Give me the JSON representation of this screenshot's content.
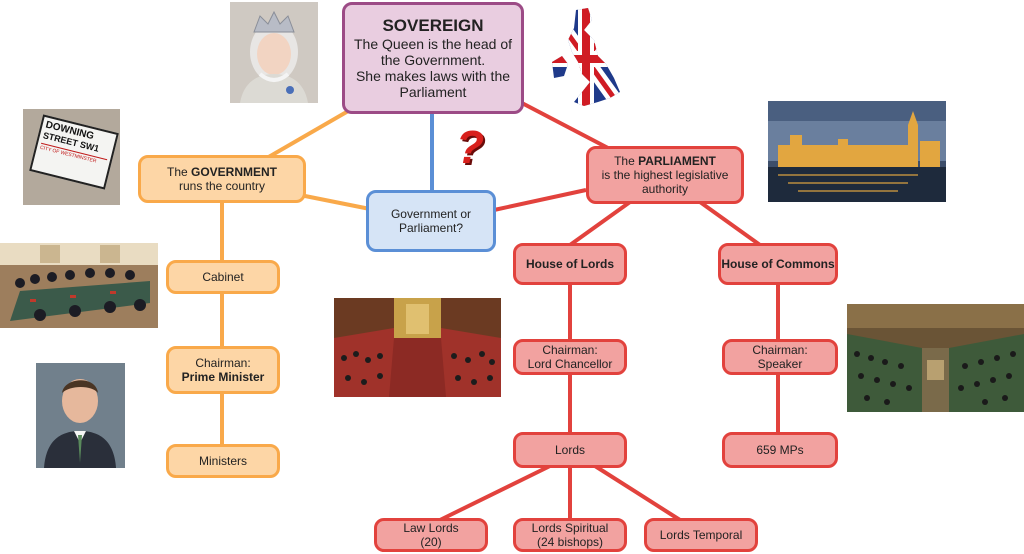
{
  "sovereign": {
    "title": "SOVEREIGN",
    "line1": "The Queen is the head of",
    "line2": "the Government.",
    "line3": "She makes laws with the",
    "line4": "Parliament"
  },
  "government": {
    "prefix": "The ",
    "bold": "GOVERNMENT",
    "line2": "runs the country"
  },
  "parliament": {
    "prefix": "The ",
    "bold": "PARLIAMENT",
    "line2": "is the highest legislative",
    "line3": "authority"
  },
  "question": {
    "line1": "Government or",
    "line2": "Parliament?",
    "mark": "?"
  },
  "cabinet": "Cabinet",
  "pm": {
    "line1": "Chairman:",
    "line2": "Prime Minister"
  },
  "ministers": "Ministers",
  "lords_house": "House of Lords",
  "commons_house": "House of Commons",
  "lord_chancellor": {
    "line1": "Chairman:",
    "line2": "Lord Chancellor"
  },
  "speaker": {
    "line1": "Chairman:",
    "line2": "Speaker"
  },
  "lords": "Lords",
  "mps": "659 MPs",
  "law_lords": {
    "line1": "Law Lords",
    "line2": "(20)"
  },
  "lords_spiritual": {
    "line1": "Lords Spiritual",
    "line2": "(24 bishops)"
  },
  "lords_temporal": "Lords Temporal",
  "street_sign": {
    "line1": "DOWNING",
    "line2": "STREET SW1",
    "line3": "CITY OF WESTMINSTER"
  },
  "colors": {
    "orange": "#f9a94a",
    "red": "#e2423d",
    "blue": "#5b8fd6",
    "purple": "#9c4b86"
  }
}
